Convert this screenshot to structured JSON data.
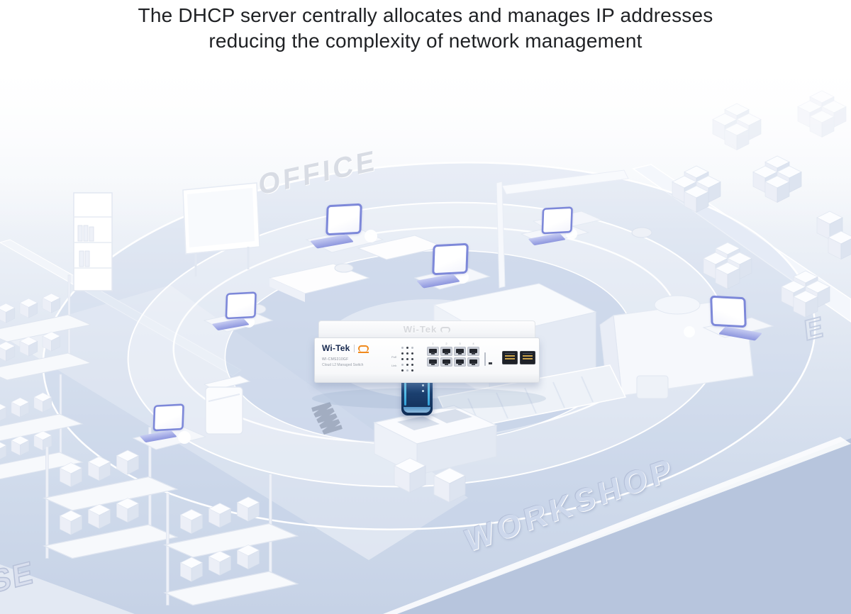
{
  "header": {
    "title_line1": "The DHCP server centrally allocates and manages IP addresses",
    "title_line2": "reducing the complexity of network management"
  },
  "scene": {
    "labels": {
      "office": "OFFICE",
      "workshop": "WORKSHOP",
      "right_edge_partial": "E",
      "bottom_left_partial": "SE"
    }
  },
  "switch": {
    "brand": "Wi-Tek",
    "top_emboss": "Wi-Tek",
    "model": "WI-CMS310GF",
    "subtitle": "Cloud L2 Managed Switch",
    "port_numbers": [
      "1",
      "2",
      "3",
      "4",
      "5",
      "6",
      "7",
      "8"
    ],
    "led_labels": [
      "PoE",
      "Link"
    ],
    "colors": {
      "brand_navy": "#16284e",
      "brand_orange": "#f08a1d"
    }
  },
  "colors": {
    "laptop_accent": "#7d88d9",
    "ring_band": "#c3d0e8",
    "floor_deep": "#b6c4dc",
    "title_text": "#1f2124",
    "office_label": "#d8dce4",
    "workshop_label": "#cdd8ec"
  }
}
